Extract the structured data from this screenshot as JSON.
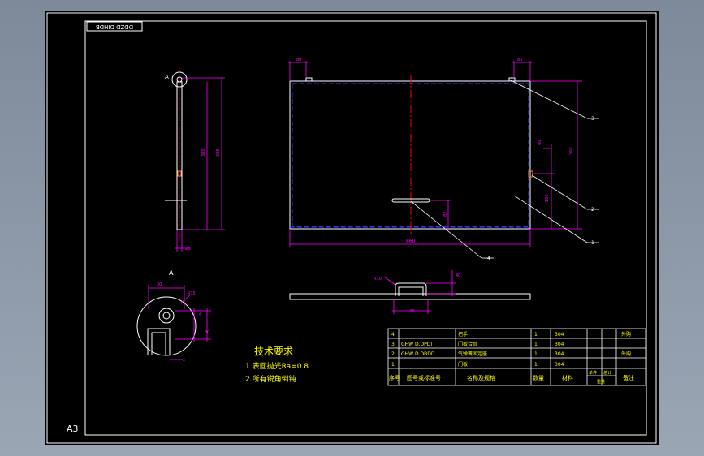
{
  "drawing": {
    "number": "DDZD DIHDB",
    "sheet_size": "A3",
    "section_label": "A",
    "detail_label": "A"
  },
  "tech": {
    "title": "技术要求",
    "notes": [
      "1.表面抛光Ra=0.8",
      "2.所有锐角倒钝"
    ]
  },
  "dims": {
    "front_total_width": "860",
    "front_top_left": "80",
    "front_right_height": "360",
    "front_right_small": "40",
    "front_right_lower": "180",
    "front_center_height": "82",
    "side_height_a": "380",
    "side_height_b": "385",
    "side_bottom": "20",
    "top_width": "120",
    "top_r": "R10",
    "top_small": "40",
    "detail_top": "30",
    "detail_r": "R15",
    "detail_side_a": "4",
    "detail_side_b": "30",
    "detail_bottom": "2"
  },
  "callouts": [
    "3",
    "2",
    "1",
    "4"
  ],
  "bom": {
    "rows": [
      {
        "no": "4",
        "code": "",
        "name": "把手",
        "qty": "1",
        "material": "304",
        "note": "外购"
      },
      {
        "no": "3",
        "code": "GHW D.DPDI",
        "name": "门板合页",
        "qty": "1",
        "material": "304",
        "note": ""
      },
      {
        "no": "2",
        "code": "GHW D.DBDD",
        "name": "气弹簧固定座",
        "qty": "1",
        "material": "304",
        "note": "外购"
      },
      {
        "no": "1",
        "code": "",
        "name": "门板",
        "qty": "1",
        "material": "304",
        "note": ""
      }
    ],
    "header": {
      "no": "序号",
      "code": "图号或标准号",
      "name": "名称及规格",
      "qty": "数量",
      "material": "材料",
      "unit_weight": "单件",
      "total_weight": "总计",
      "weight_label": "重量",
      "note": "备注"
    }
  },
  "colors": {
    "background": "#000000",
    "outline": "#ffffff",
    "dimension": "#ff00ff",
    "centerline": "#ff0000",
    "hidden": "#2b39ff",
    "text": "#ffff00"
  }
}
